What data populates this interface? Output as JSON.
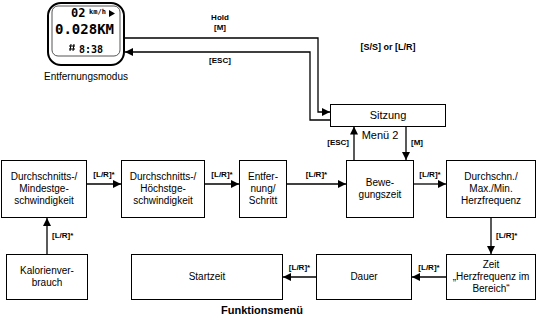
{
  "diagram": {
    "caption": "Funktionsmenü",
    "nodes": [
      {
        "text": [
          "02",
          "km/h",
          "0.028KM",
          "8:38"
        ]
      },
      {
        "text": [
          "Sitzung"
        ]
      },
      {
        "text": [
          "Durchschnitts-/ Mindestge- schwindigkeit"
        ]
      },
      {
        "text": [
          "Durchschnitts-/ Höchstge- schwindigkeit"
        ]
      },
      {
        "text": [
          "Entfer- nung/ Schritt"
        ]
      },
      {
        "text": [
          "Bewe- gungszeit"
        ]
      },
      {
        "text": [
          "Durchschn./ Max./Min. Herzfrequenz"
        ]
      },
      {
        "text": [
          "Kalorienver- brauch"
        ]
      },
      {
        "text": [
          "Startzeit"
        ]
      },
      {
        "text": [
          "Dauer"
        ]
      },
      {
        "text": [
          "Zeit „Herzfrequenz im Bereich“"
        ]
      }
    ],
    "edges": [
      {
        "from": 0,
        "to": 1,
        "arrow": "to",
        "label": "Hold [M]"
      },
      {
        "from": 1,
        "to": 0,
        "arrow": "to",
        "label": "[ESC]"
      },
      {
        "from": 1,
        "to": 5,
        "arrow": "to",
        "label": "[M]"
      },
      {
        "from": 5,
        "to": 1,
        "arrow": "to",
        "label": "[ESC]"
      },
      {
        "from": 2,
        "to": 3,
        "arrow": "to",
        "label": "[L/R]*"
      },
      {
        "from": 3,
        "to": 4,
        "arrow": "to",
        "label": "[L/R]*"
      },
      {
        "from": 4,
        "to": 5,
        "arrow": "to",
        "label": "[L/R]*"
      },
      {
        "from": 5,
        "to": 6,
        "arrow": "to",
        "label": "[L/R]*"
      },
      {
        "from": 6,
        "to": 10,
        "arrow": "to",
        "label": "[L/R]*"
      },
      {
        "from": 10,
        "to": 9,
        "arrow": "to",
        "label": "[L/R]*"
      },
      {
        "from": 9,
        "to": 8,
        "arrow": "to",
        "label": "[L/R]*"
      },
      {
        "from": 7,
        "to": 2,
        "arrow": "to",
        "label": "[L/R]*"
      }
    ],
    "labels": [
      "Entfernungsmodus",
      "[S/S] or [L/R]",
      "Menü 2"
    ]
  }
}
